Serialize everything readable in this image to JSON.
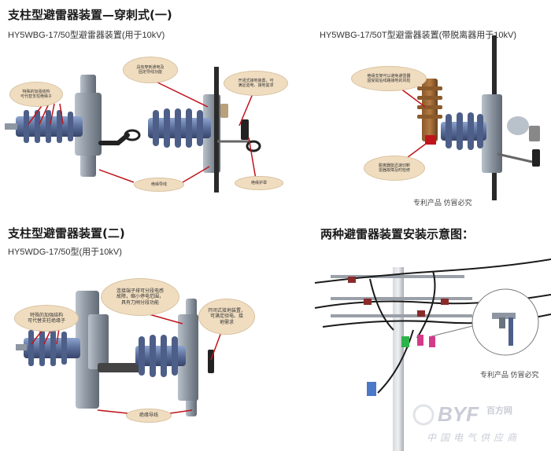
{
  "sections": {
    "s1": {
      "title": "支柱型避雷器装置—穿刺式(一)",
      "subtitle": "HY5WBG-17/50型避雷器装置(用于10kV)",
      "callouts": {
        "support": [
          "特殊的加强结构",
          "可代替支柱绝缘子"
        ],
        "piercing": [
          "具有穿刺通电及",
          "固定导线功能"
        ],
        "grounding": [
          "开闭式接地装置，可",
          "满足验电、接地需求"
        ],
        "wire": "绝缘导线",
        "cover": "绝缘护罩"
      }
    },
    "s2": {
      "subtitle": "HY5WBG-17/50T型避雷器装置(带脱离器用于10kV)",
      "callouts": {
        "bracket": [
          "绝缘支架可以避免避雷器",
          "因受损后线路接地的风险"
        ],
        "disconnector": [
          "脱离器能迅速切断",
          "雷器故障及时检修"
        ]
      },
      "patent": "专利产品    仿冒必究"
    },
    "s3": {
      "title": "支柱型避雷器装置(二)",
      "subtitle": "HY5WDG-17/50型(用于10kV)",
      "callouts": {
        "support": [
          "特殊的加强结构",
          "可代替支柱绝缘子"
        ],
        "terminal": [
          "连接端子排可分段电感",
          "故障，缩小停电范围，",
          "具有刀闸分段功能"
        ],
        "grounding": [
          "开闭式接地装置，",
          "可满足验电、接",
          "地需求"
        ],
        "wire": "绝缘导线"
      }
    },
    "s4": {
      "title": "两种避雷器装置安装示意图：",
      "patent": "专利产品    仿冒必究",
      "watermark_logo": "BYF",
      "watermark_cn": "百方网",
      "watermark_org": "中国电气供应商"
    }
  },
  "colors": {
    "bubble": "#f0ddc0",
    "insulator": "#5a6e99",
    "body": "#9aa3ad",
    "arrow": "#c0141c"
  }
}
